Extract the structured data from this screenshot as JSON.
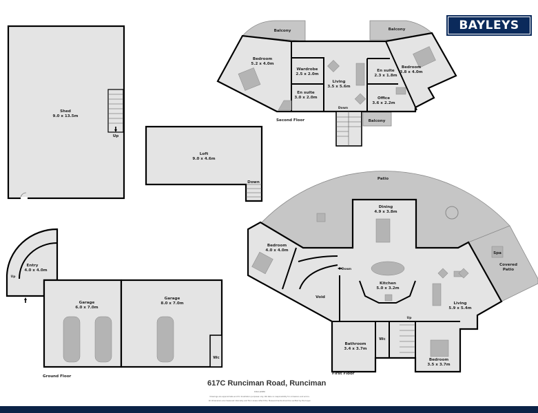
{
  "brand": {
    "logo_text": "BAYLEYS",
    "color": "#0b2a5b"
  },
  "address": "617C Runciman Road, Runciman",
  "disclaimer": {
    "title": "DISCLAIMER",
    "line1": "Drawings are approximate and for illustration purposes only. We take no responsibility for omissions and errors.",
    "line2": "All dimensions are measured internally and floor areas reflect this. Measurements should be verified by the buyer."
  },
  "shed": {
    "name": "Shed",
    "size": "9.0 x 13.5m",
    "stair": "Up"
  },
  "loft": {
    "name": "Loft",
    "size": "9.0 x 4.6m",
    "stair": "Down"
  },
  "second_floor": {
    "label": "Second Floor",
    "balcony": "Balcony",
    "stair": "Down",
    "rooms": [
      {
        "name": "Bedroom",
        "size": "5.2 x 4.0m"
      },
      {
        "name": "Wardrobe",
        "size": "2.5 x 2.0m"
      },
      {
        "name": "En suite",
        "size": "3.0 x 2.0m"
      },
      {
        "name": "Living",
        "size": "3.5 x 5.6m"
      },
      {
        "name": "En suite",
        "size": "2.3 x 1.8m"
      },
      {
        "name": "Bedroom",
        "size": "3.8 x 4.0m"
      },
      {
        "name": "Office",
        "size": "3.6 x 2.2m"
      }
    ]
  },
  "first_floor": {
    "label": "First Floor",
    "patio": "Patio",
    "spa": "Spa",
    "covered_patio_1": "Covered",
    "covered_patio_2": "Patio",
    "void": "Void",
    "wc": "Wc",
    "stair_down": "Down",
    "stair_up": "Up",
    "rooms": [
      {
        "name": "Dining",
        "size": "4.9 x 3.8m"
      },
      {
        "name": "Bedroom",
        "size": "4.0 x 4.0m"
      },
      {
        "name": "Kitchen",
        "size": "5.0 x 3.2m"
      },
      {
        "name": "Living",
        "size": "5.9 x 5.4m"
      },
      {
        "name": "Bathroom",
        "size": "3.4 x 3.7m"
      },
      {
        "name": "Bedroom",
        "size": "3.5 x 3.7m"
      }
    ]
  },
  "ground_floor": {
    "label": "Ground Floor",
    "wc": "Wc",
    "stair": "Up",
    "rooms": [
      {
        "name": "Entry",
        "size": "4.0 x 4.0m"
      },
      {
        "name": "Garage",
        "size": "6.0 x 7.0m"
      },
      {
        "name": "Garage",
        "size": "8.0 x 7.0m"
      }
    ]
  }
}
